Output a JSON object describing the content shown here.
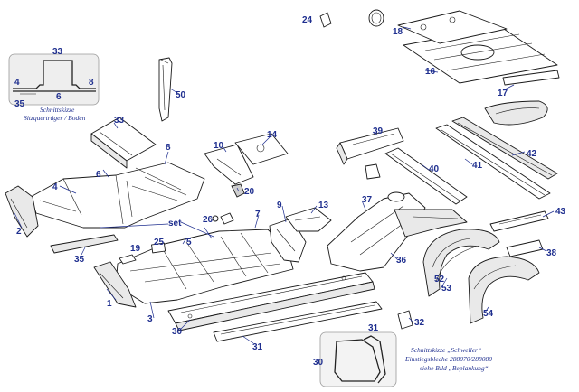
{
  "inset_floor": {
    "caption_line1": "Schnittskizze",
    "caption_line2": "Sitzquerträger / Boden",
    "labels": [
      "33",
      "4",
      "8",
      "6",
      "35"
    ]
  },
  "inset_sill": {
    "caption_line1": "Schnittskizze „Schweller“",
    "caption_line2": "Einstiegsbleche 288070/288080",
    "caption_line3": "siehe Bild „Beplankung“",
    "labels": [
      "31",
      "30"
    ]
  },
  "callouts": [
    "1",
    "2",
    "3",
    "4",
    "6",
    "8",
    "9",
    "10",
    "13",
    "14",
    "16",
    "17",
    "18",
    "19",
    "20",
    "24",
    "25",
    "26",
    "5",
    "7",
    "30",
    "31",
    "32",
    "33",
    "35",
    "36",
    "37",
    "38",
    "39",
    "40",
    "41",
    "42",
    "43",
    "50",
    "52",
    "53",
    "54"
  ],
  "set_label": "set"
}
